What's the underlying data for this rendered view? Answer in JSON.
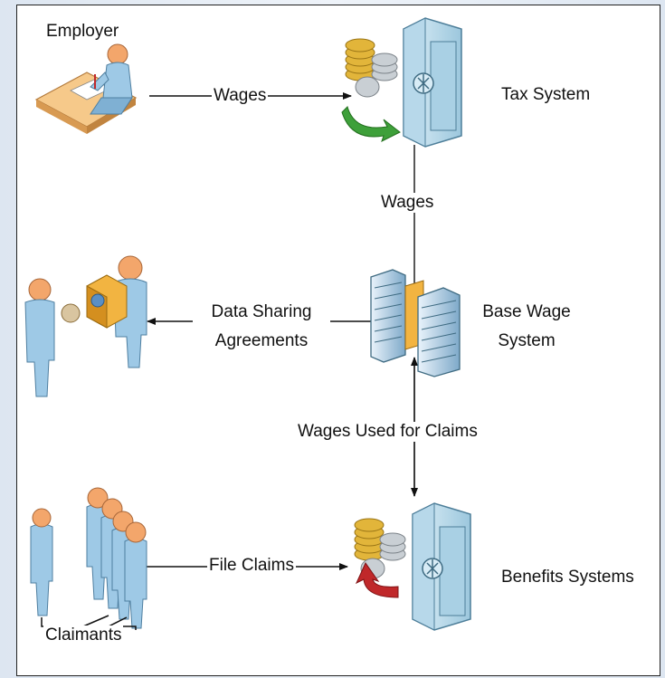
{
  "nodes": {
    "employer": "Employer",
    "tax_system": "Tax System",
    "base_wage_system": [
      "Base Wage",
      "System"
    ],
    "benefits_systems": "Benefits Systems",
    "claimants": "Claimants"
  },
  "edges": {
    "employer_to_tax": "Wages",
    "tax_to_base": "Wages",
    "base_to_partner": [
      "Data Sharing",
      "Agreements"
    ],
    "base_benefits": "Wages Used for Claims",
    "claimants_to_benefits": "File Claims"
  },
  "colors": {
    "vault_light": "#c7e1ee",
    "vault_dark": "#6fa3c0",
    "person_skin": "#f3a66b",
    "person_body": "#9ec9e6",
    "arrow_green": "#3ea03a",
    "arrow_red": "#c0282a",
    "coin_gold": "#e2b53a",
    "coin_silver": "#c9cfd4"
  }
}
